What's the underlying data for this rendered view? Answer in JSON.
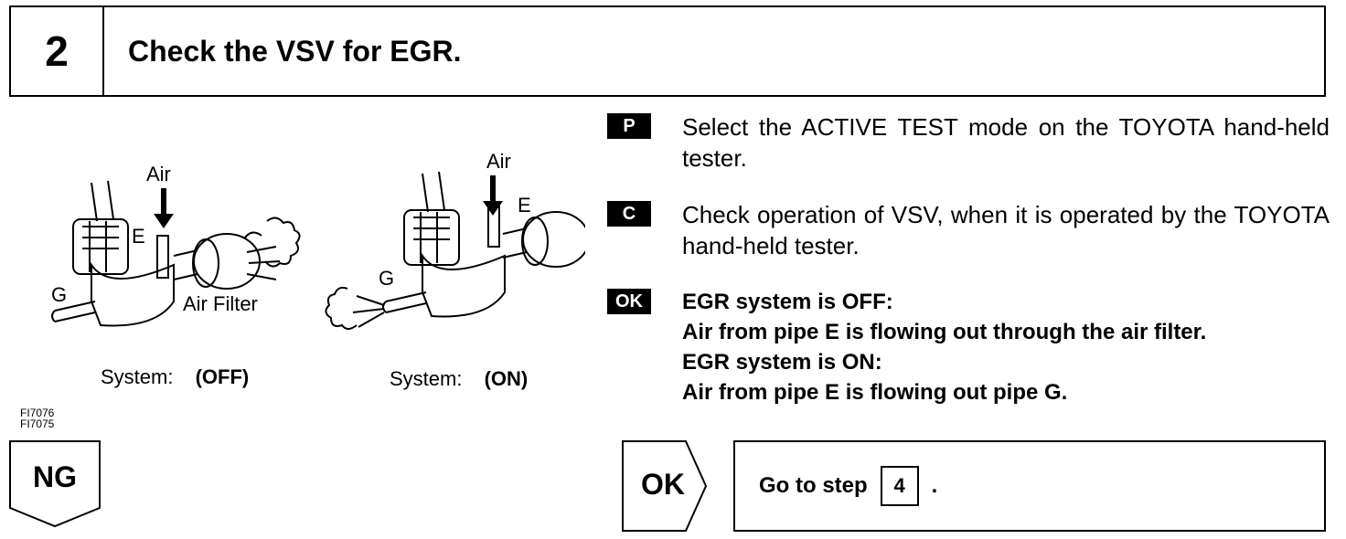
{
  "header": {
    "step_number": "2",
    "title": "Check the VSV for EGR."
  },
  "figures": {
    "off": {
      "air": "Air",
      "pipe_e": "E",
      "pipe_g": "G",
      "air_filter": "Air Filter",
      "system": "System:",
      "state": "(OFF)"
    },
    "on": {
      "air": "Air",
      "pipe_e": "E",
      "pipe_g": "G",
      "system": "System:",
      "state": "(ON)"
    },
    "ids": [
      "FI7076",
      "FI7075"
    ]
  },
  "instructions": {
    "p": {
      "tag": "P",
      "text": "Select the ACTIVE TEST mode on the TOYOTA hand-held tester."
    },
    "c": {
      "tag": "C",
      "text": "Check operation of VSV, when it is operated by the TOYOTA hand-held tester."
    },
    "ok": {
      "tag": "OK",
      "lines": [
        "EGR system is OFF:",
        "Air from pipe E is flowing out through the air filter.",
        "EGR system is ON:",
        "Air from pipe E is flowing out pipe G."
      ]
    }
  },
  "flow": {
    "ng_label": "NG",
    "ok_label": "OK",
    "goto_text": "Go to step",
    "goto_step": "4",
    "goto_period": "."
  }
}
